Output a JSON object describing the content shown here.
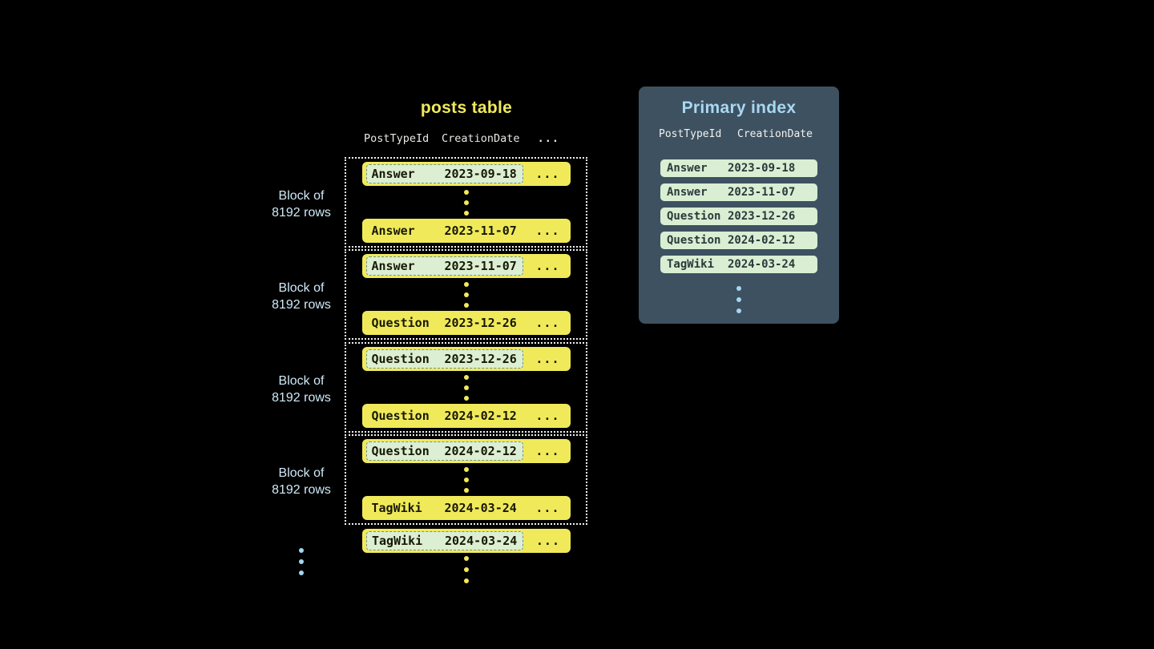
{
  "colors": {
    "background": "#000000",
    "row_yellow": "#f0ea5a",
    "highlight_mint": "#dcefd3",
    "panel_slate": "#3e5160",
    "accent_blue": "#a5d6f1",
    "title_yellow": "#f0ea5a"
  },
  "posts_table": {
    "title": "posts table",
    "columns": [
      "PostTypeId",
      "CreationDate"
    ],
    "ellipsis": "...",
    "block_label": [
      "Block of",
      "8192 rows"
    ],
    "blocks": [
      {
        "first": {
          "type": "Answer",
          "date": "2023-09-18"
        },
        "last": {
          "type": "Answer",
          "date": "2023-11-07"
        }
      },
      {
        "first": {
          "type": "Answer",
          "date": "2023-11-07"
        },
        "last": {
          "type": "Question",
          "date": "2023-12-26"
        }
      },
      {
        "first": {
          "type": "Question",
          "date": "2023-12-26"
        },
        "last": {
          "type": "Question",
          "date": "2024-02-12"
        }
      },
      {
        "first": {
          "type": "Question",
          "date": "2024-02-12"
        },
        "last": {
          "type": "TagWiki",
          "date": "2024-03-24"
        }
      }
    ],
    "trailing_row": {
      "type": "TagWiki",
      "date": "2024-03-24"
    }
  },
  "primary_index": {
    "title": "Primary index",
    "columns": [
      "PostTypeId",
      "CreationDate"
    ],
    "rows": [
      {
        "type": "Answer",
        "date": "2023-09-18"
      },
      {
        "type": "Answer",
        "date": "2023-11-07"
      },
      {
        "type": "Question",
        "date": "2023-12-26"
      },
      {
        "type": "Question",
        "date": "2024-02-12"
      },
      {
        "type": "TagWiki",
        "date": "2024-03-24"
      }
    ]
  }
}
